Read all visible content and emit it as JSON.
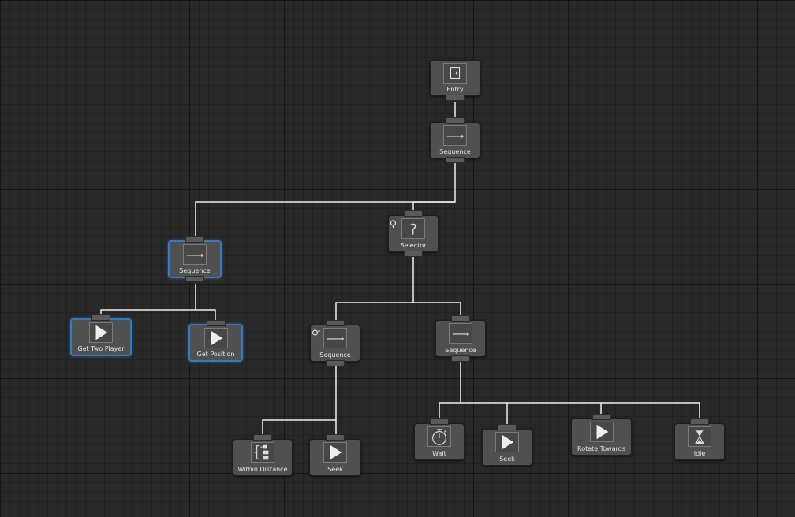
{
  "nodes": {
    "entry": {
      "label": "Entry",
      "icon": "entry-icon"
    },
    "root_sequence": {
      "label": "Sequence",
      "icon": "sequence-arrow-icon"
    },
    "left_sequence": {
      "label": "Sequence",
      "icon": "sequence-arrow-icon"
    },
    "selector": {
      "label": "Selector",
      "icon": "question-mark-icon"
    },
    "get_two_player": {
      "label": "Get Two Player",
      "icon": "play-icon"
    },
    "get_position": {
      "label": "Get Position",
      "icon": "play-icon"
    },
    "mid_sequence": {
      "label": "Sequence",
      "icon": "sequence-arrow-icon"
    },
    "right_sequence": {
      "label": "Sequence",
      "icon": "sequence-arrow-icon"
    },
    "within_distance": {
      "label": "Within Distance",
      "icon": "conditional-icon"
    },
    "seek_left": {
      "label": "Seek",
      "icon": "play-icon"
    },
    "wait": {
      "label": "Wait",
      "icon": "stopwatch-icon"
    },
    "seek_right": {
      "label": "Seek",
      "icon": "play-icon"
    },
    "rotate_towards": {
      "label": "Rotate Towards",
      "icon": "play-icon"
    },
    "idle": {
      "label": "Idle",
      "icon": "hourglass-icon"
    }
  },
  "colors": {
    "canvas": "#282828",
    "node": "#505050",
    "selected_border": "#3a79bb",
    "link": "#ffffff"
  }
}
